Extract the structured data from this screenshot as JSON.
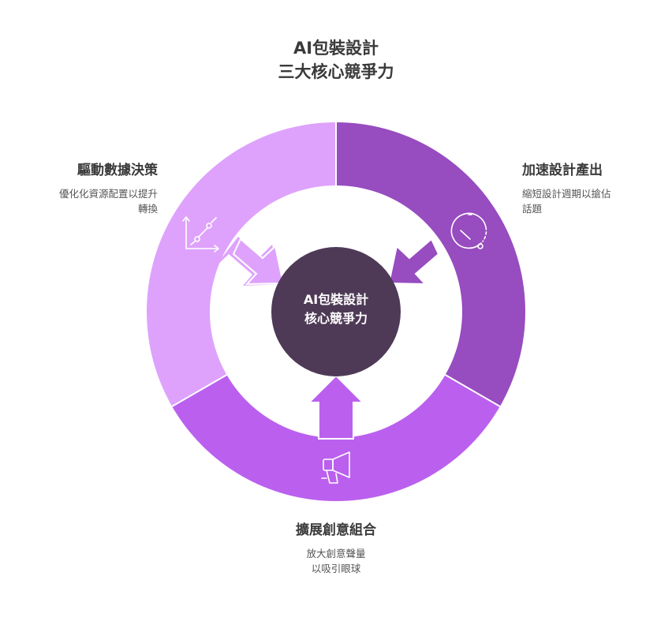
{
  "title": {
    "line1": "AI包裝設計",
    "line2": "三大核心競爭力"
  },
  "center": {
    "line1": "AI包裝設計",
    "line2": "核心競爭力",
    "color": "#4e3a56"
  },
  "segments": [
    {
      "id": "left",
      "title": "驅動數據決策",
      "desc_line1": "優化化資源配置以提升",
      "desc_line2": "轉換",
      "icon": "chart-icon",
      "color": "#dea2fc"
    },
    {
      "id": "right",
      "title": "加速設計產出",
      "desc_line1": "縮短設計週期以搶佔",
      "desc_line2": "話題",
      "icon": "clock-icon",
      "color": "#974cc0"
    },
    {
      "id": "bottom",
      "title": "擴展創意組合",
      "desc_line1": "放大創意聲量",
      "desc_line2": "以吸引眼球",
      "icon": "megaphone-icon",
      "color": "#bb60ee"
    }
  ]
}
